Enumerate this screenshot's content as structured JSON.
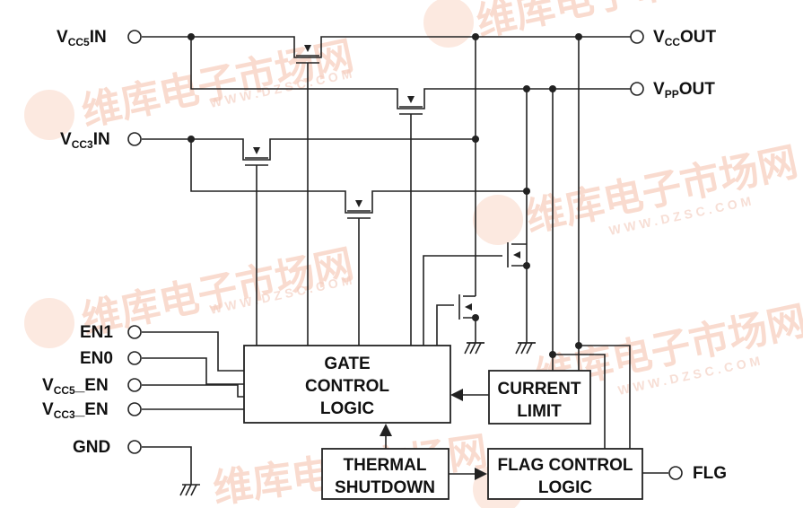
{
  "pins": {
    "vcc5in": {
      "main": "V",
      "sub": "CC5",
      "suffix": "IN"
    },
    "vcc3in": {
      "main": "V",
      "sub": "CC3",
      "suffix": "IN"
    },
    "vccout": {
      "main": "V",
      "sub": "CC",
      "suffix": "OUT"
    },
    "vppout": {
      "main": "V",
      "sub": "PP",
      "suffix": "OUT"
    },
    "en1": "EN1",
    "en0": "EN0",
    "vcc5en": {
      "main": "V",
      "sub": "CC5",
      "suffix": "_EN"
    },
    "vcc3en": {
      "main": "V",
      "sub": "CC3",
      "suffix": "_EN"
    },
    "gnd": "GND",
    "flg": "FLG"
  },
  "blocks": {
    "gate_control": {
      "line1": "GATE",
      "line2": "CONTROL",
      "line3": "LOGIC"
    },
    "current_limit": {
      "line1": "CURRENT",
      "line2": "LIMIT"
    },
    "thermal_shutdown": {
      "line1": "THERMAL",
      "line2": "SHUTDOWN"
    },
    "flag_control": {
      "line1": "FLAG CONTROL",
      "line2": "LOGIC"
    }
  },
  "watermark": {
    "brand": "维库电子市场网",
    "url": "WWW.DZSC.COM"
  },
  "colors": {
    "ink": "#222222",
    "watermark": "#f6c9b6"
  }
}
